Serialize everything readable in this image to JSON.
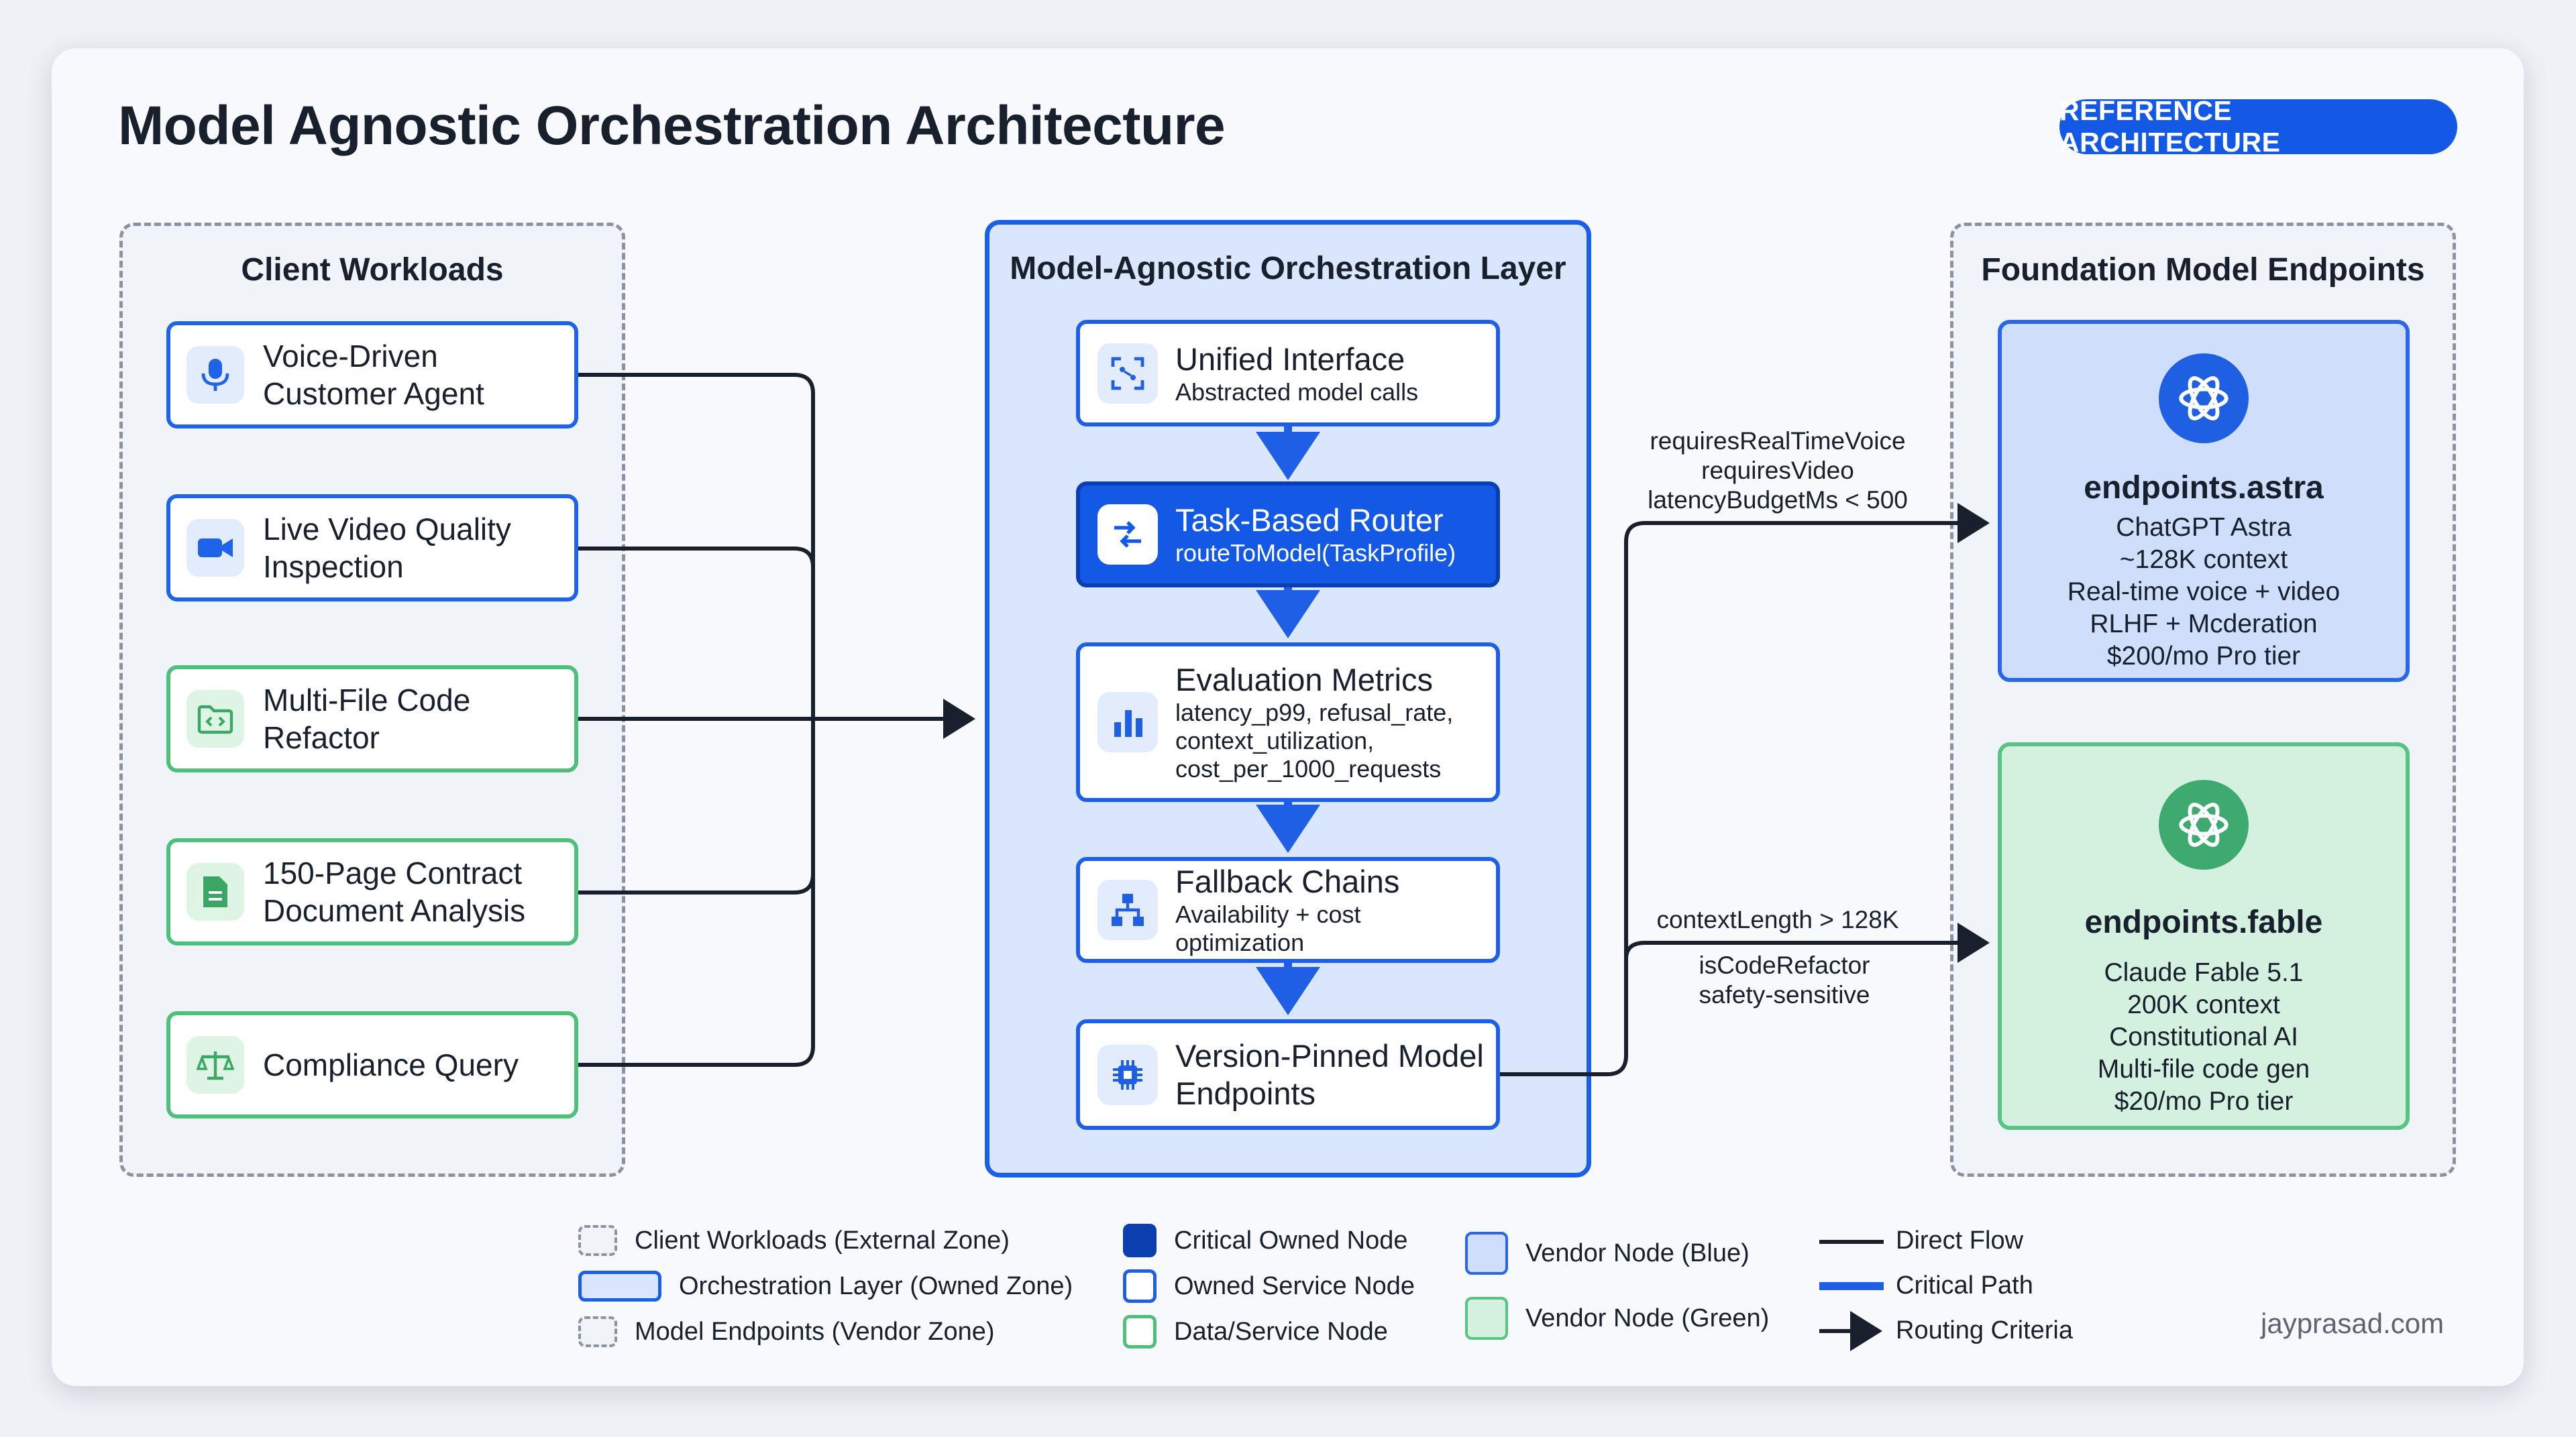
{
  "title": "Model Agnostic Orchestration Architecture",
  "badge": "REFERENCE ARCHITECTURE",
  "zones": {
    "client": "Client Workloads",
    "orchestration": "Model-Agnostic Orchestration Layer",
    "vendor": "Foundation Model Endpoints"
  },
  "workloads": [
    {
      "label": "Voice-Driven Customer Agent",
      "icon": "microphone-icon"
    },
    {
      "label": "Live Video Quality Inspection",
      "icon": "video-camera-icon"
    },
    {
      "label": "Multi-File Code Refactor",
      "icon": "code-folder-icon"
    },
    {
      "label": "150-Page Contract Document Analysis",
      "icon": "document-icon"
    },
    {
      "label": "Compliance Query",
      "icon": "scales-icon"
    }
  ],
  "orchestration": {
    "unified": {
      "title": "Unified Interface",
      "subtitle": "Abstracted model calls",
      "icon": "focus-scan-icon"
    },
    "router": {
      "title": "Task-Based Router",
      "subtitle": "routeToModel(TaskProfile)",
      "icon": "route-switch-icon"
    },
    "metrics": {
      "title": "Evaluation Metrics",
      "subtitle": "latency_p99, refusal_rate, context_utilization, cost_per_1000_requests",
      "icon": "bar-chart-icon"
    },
    "fallback": {
      "title": "Fallback Chains",
      "subtitle": "Availability + cost optimization",
      "icon": "hierarchy-icon"
    },
    "pinned": {
      "title": "Version-Pinned Model Endpoints",
      "icon": "chip-icon"
    }
  },
  "endpoints": {
    "astra": {
      "name": "endpoints.astra",
      "icon": "openai-logo-icon",
      "color": "#1f5fe2",
      "lines": [
        "ChatGPT Astra",
        "~128K context",
        "Real-time voice + video",
        "RLHF + Mcderation",
        "$200/mo Pro tier"
      ]
    },
    "fable": {
      "name": "endpoints.fable",
      "icon": "openai-logo-icon",
      "color": "#3eaa6f",
      "lines": [
        "Claude Fable 5.1",
        "200K context",
        "Constitutional AI",
        "Multi-file code gen",
        "$20/mo Pro tier"
      ]
    }
  },
  "criteria": {
    "astra": [
      "requiresRealTimeVoice",
      "requiresVideo",
      "latencyBudgetMs < 500"
    ],
    "fable_top": "contextLength > 128K",
    "fable_bottom": [
      "isCodeRefactor",
      "safety-sensitive"
    ]
  },
  "legend": {
    "client_zone": "Client Workloads (External Zone)",
    "orch_zone": "Orchestration Layer (Owned Zone)",
    "vendor_zone": "Model Endpoints (Vendor Zone)",
    "critical_node": "Critical Owned Node",
    "owned_node": "Owned Service Node",
    "data_node": "Data/Service Node",
    "vendor_blue": "Vendor Node (Blue)",
    "vendor_green": "Vendor Node (Green)",
    "direct_flow": "Direct Flow",
    "critical_path": "Critical Path",
    "routing": "Routing Criteria"
  },
  "footer": "jayprasad.com",
  "colors": {
    "accent": "#1459e6",
    "green": "#4fbf7c",
    "dark": "#17202c"
  }
}
